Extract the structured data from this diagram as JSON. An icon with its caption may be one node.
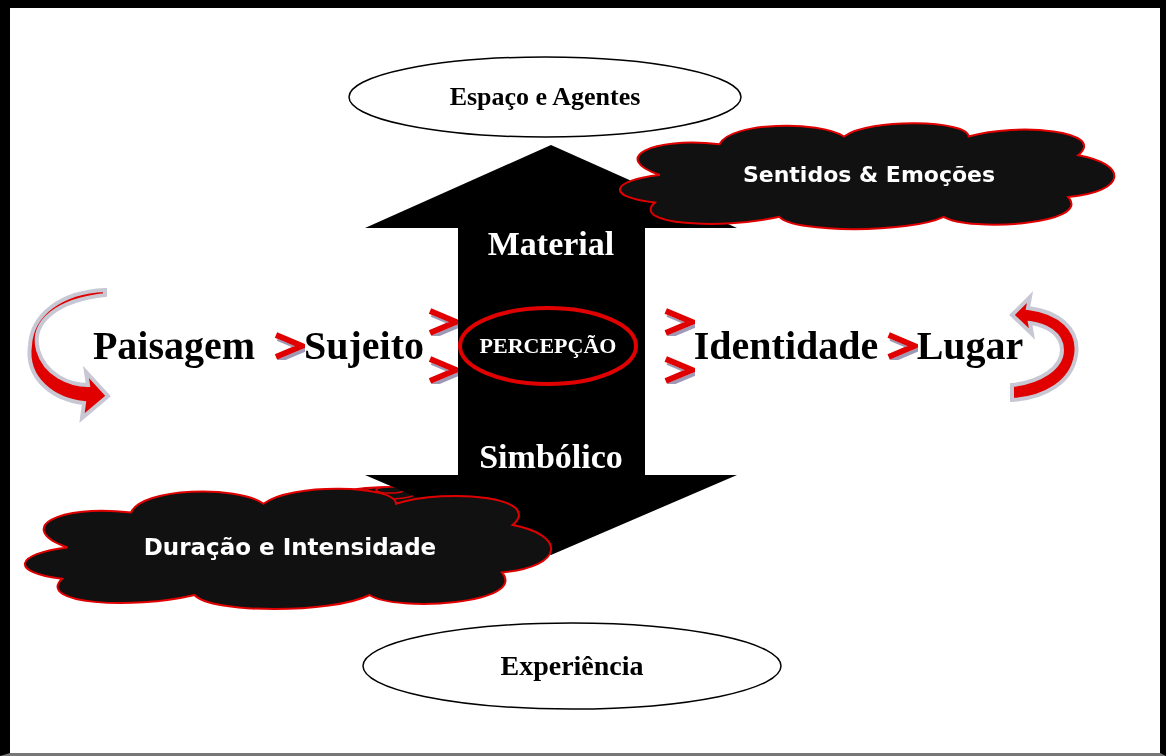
{
  "diagram": {
    "nodes": [
      {
        "text": [
          "Espaço e Agentes"
        ]
      },
      {
        "text": [
          "Sentidos & Emoções"
        ]
      },
      {
        "text": [
          "Material",
          "Simbólico"
        ]
      },
      {
        "text": [
          "PERCEPÇÃO"
        ],
        "in": 2
      },
      {
        "text": [
          "Paisagem"
        ]
      },
      {
        "text": [
          "Sujeito"
        ]
      },
      {
        "text": [
          "Identidade"
        ]
      },
      {
        "text": [
          "Lugar"
        ]
      },
      {
        "text": [
          "Duração e Intensidade"
        ]
      },
      {
        "text": [
          "Experiência"
        ]
      }
    ],
    "edges": [
      {
        "from": 4,
        "to": 5,
        "arrow": "to"
      },
      {
        "from": 5,
        "to": 3,
        "arrow": "to"
      },
      {
        "from": 5,
        "to": 3,
        "arrow": "to"
      },
      {
        "from": 3,
        "to": 6,
        "arrow": "to"
      },
      {
        "from": 3,
        "to": 6,
        "arrow": "to"
      },
      {
        "from": 6,
        "to": 7,
        "arrow": "to"
      }
    ]
  }
}
